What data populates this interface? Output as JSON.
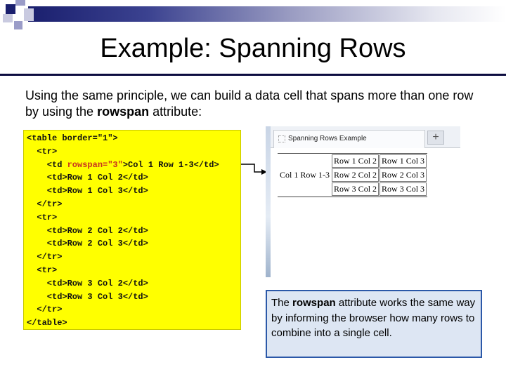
{
  "slide": {
    "title": "Example: Spanning Rows",
    "intro_before": "Using the same principle, we can build a data cell that spans more than one row by using the ",
    "intro_bold": "rowspan",
    "intro_after": " attribute:"
  },
  "code": {
    "lines": [
      "<table border=\"1\">",
      "  <tr>",
      "    <td ",
      "    <td>Row 1 Col 2</td>",
      "    <td>Row 1 Col 3</td>",
      "  </tr>",
      "  <tr>",
      "    <td>Row 2 Col 2</td>",
      "    <td>Row 2 Col 3</td>",
      "  </tr>",
      "  <tr>",
      "    <td>Row 3 Col 2</td>",
      "    <td>Row 3 Col 3</td>",
      "  </tr>",
      "</table>"
    ],
    "highlight": "rowspan=\"3\"",
    "line3_rest": ">Col 1 Row 1-3</td>",
    "highlight_color": "#c8321e",
    "background": "#ffff00"
  },
  "browser": {
    "tab_title": "Spanning Rows Example",
    "new_tab": "+",
    "table": {
      "span_cell": "Col 1 Row 1-3",
      "rows": [
        [
          "Row 1 Col 2",
          "Row 1 Col 3"
        ],
        [
          "Row 2 Col 2",
          "Row 2 Col 3"
        ],
        [
          "Row 3 Col 2",
          "Row 3 Col 3"
        ]
      ]
    }
  },
  "note": {
    "before": "The ",
    "bold": "rowspan",
    "after": " attribute works the same way by informing the browser how many rows to combine into a single cell."
  }
}
